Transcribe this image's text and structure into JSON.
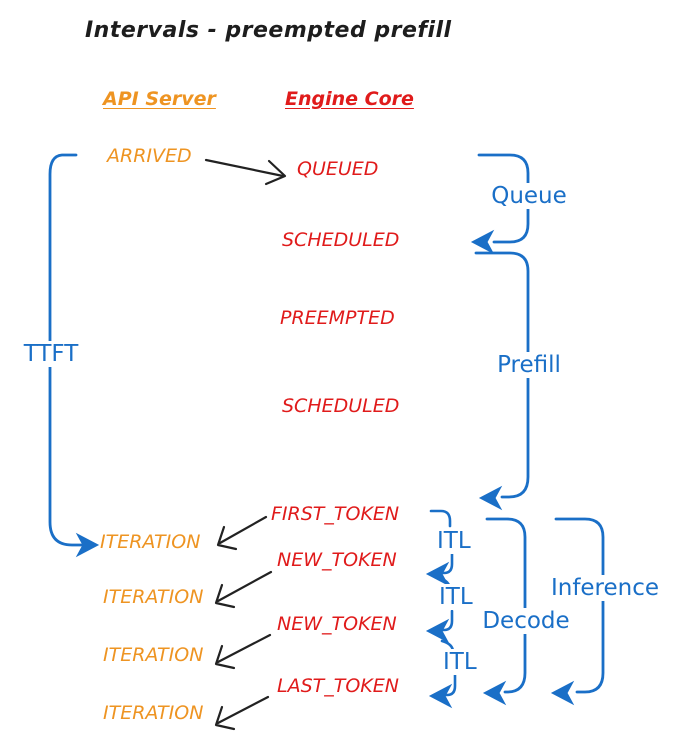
{
  "title": "Intervals - preempted prefill",
  "palette": {
    "orange": "#EE9422",
    "red": "#E01B1B",
    "blue": "#1A6FC7",
    "black": "#222222"
  },
  "columns": {
    "api_server": "API Server",
    "engine_core": "Engine Core"
  },
  "events": {
    "arrived": "ARRIVED",
    "queued": "QUEUED",
    "scheduled_1": "SCHEDULED",
    "preempted": "PREEMPTED",
    "scheduled_2": "SCHEDULED",
    "first_token": "FIRST_TOKEN",
    "iteration_1": "ITERATION",
    "new_token_1": "NEW_TOKEN",
    "iteration_2": "ITERATION",
    "new_token_2": "NEW_TOKEN",
    "iteration_3": "ITERATION",
    "last_token": "LAST_TOKEN",
    "iteration_4": "ITERATION"
  },
  "intervals": {
    "ttft": "TTFT",
    "queue": "Queue",
    "prefill": "Prefill",
    "itl_1": "ITL",
    "itl_2": "ITL",
    "itl_3": "ITL",
    "decode": "Decode",
    "inference": "Inference"
  }
}
